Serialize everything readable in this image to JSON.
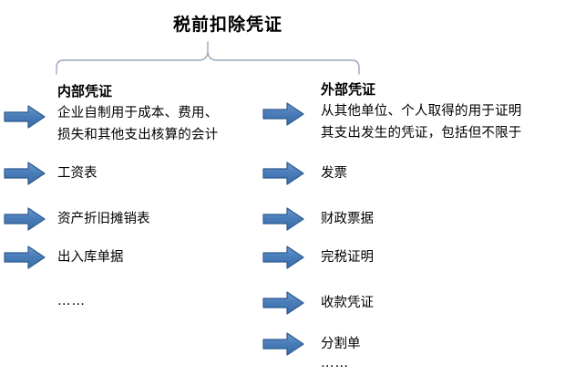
{
  "diagram": {
    "title": "税前扣除凭证",
    "accent_color": "#4a7ebb",
    "accent_border_color": "#2e5b8f",
    "brace_color": "#9aa9bb",
    "text_color": "#000000",
    "background_color": "#ffffff"
  },
  "left_branch": {
    "heading": "内部凭证",
    "description_line1": "企业自制用于成本、费用、",
    "description_line2": "损失和其他支出核算的会计",
    "items": [
      {
        "label": "工资表"
      },
      {
        "label": "资产折旧摊销表"
      },
      {
        "label": "出入库单据"
      }
    ],
    "ellipsis": "……"
  },
  "right_branch": {
    "heading": "外部凭证",
    "description_line1": "从其他单位、个人取得的用于证明",
    "description_line2": "其支出发生的凭证，包括但不限于",
    "items": [
      {
        "label": "发票"
      },
      {
        "label": "财政票据"
      },
      {
        "label": "完税证明"
      },
      {
        "label": "收款凭证"
      },
      {
        "label": "分割单"
      }
    ],
    "ellipsis": "……"
  },
  "icons": {
    "arrow": "right-arrow-icon",
    "brace": "curly-brace-icon"
  }
}
